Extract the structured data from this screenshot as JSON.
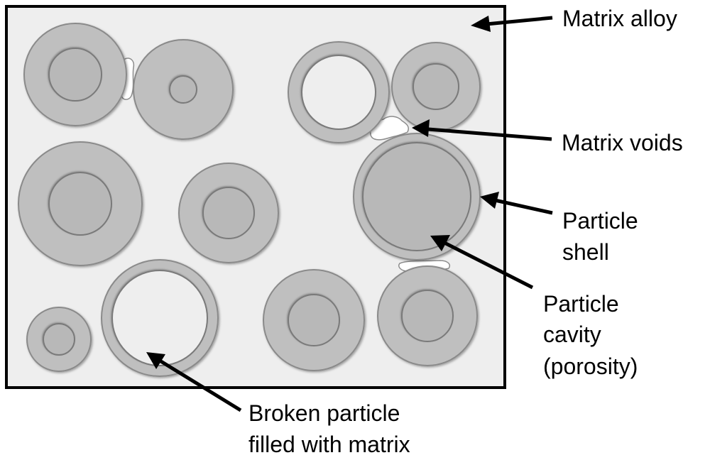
{
  "labels": {
    "matrix_alloy": "Matrix alloy",
    "matrix_voids": "Matrix voids",
    "particle_shell_line1": "Particle",
    "particle_shell_line2": "shell",
    "particle_cavity_line1": "Particle",
    "particle_cavity_line2": "cavity",
    "particle_cavity_line3": "(porosity)",
    "broken_particle_line1": "Broken particle",
    "broken_particle_line2": "filled with matrix"
  },
  "colors": {
    "matrix": "#eeeeee",
    "shell": "#bfbfbf",
    "cavity": "#b8b8b8",
    "void": "#ffffff",
    "border": "#000000"
  }
}
